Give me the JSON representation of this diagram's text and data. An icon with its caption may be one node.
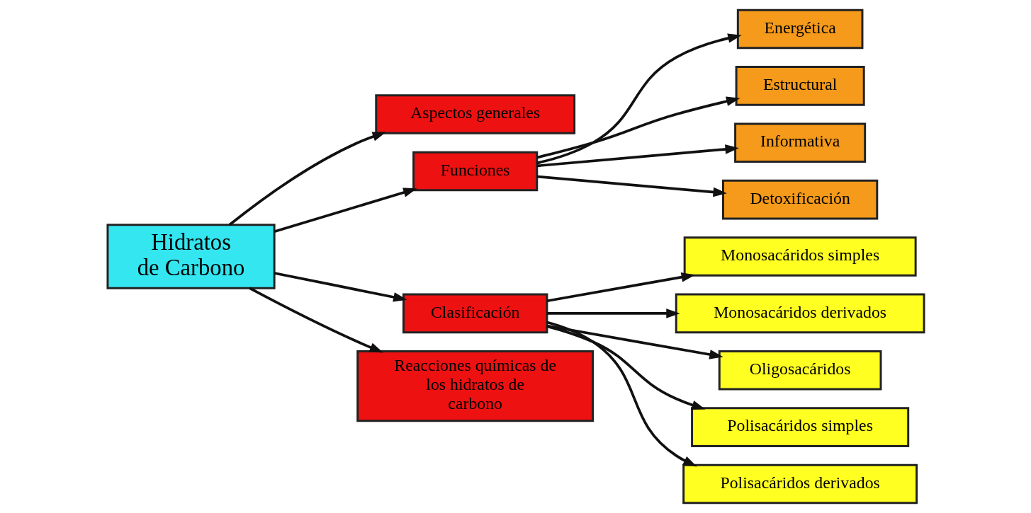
{
  "diagram": {
    "nodes": [
      {
        "text": [
          "Hidratos de Carbono"
        ]
      },
      {
        "text": [
          "Aspectos generales"
        ]
      },
      {
        "text": [
          "Funciones"
        ]
      },
      {
        "text": [
          "Energética"
        ]
      },
      {
        "text": [
          "Estructural"
        ]
      },
      {
        "text": [
          "Informativa"
        ]
      },
      {
        "text": [
          "Detoxificación"
        ]
      },
      {
        "text": [
          "Clasificación"
        ]
      },
      {
        "text": [
          "Monosacáridos simples"
        ]
      },
      {
        "text": [
          "Monosacáridos derivados"
        ]
      },
      {
        "text": [
          "Oligosacáridos"
        ]
      },
      {
        "text": [
          "Polisacáridos simples"
        ]
      },
      {
        "text": [
          "Polisacáridos derivados"
        ]
      },
      {
        "text": [
          "Reacciones químicas de los hidratos de carbono"
        ]
      }
    ],
    "edges": [
      {
        "from": 0,
        "to": 1,
        "arrow": "to"
      },
      {
        "from": 0,
        "to": 2,
        "arrow": "to"
      },
      {
        "from": 2,
        "to": 3,
        "arrow": "to"
      },
      {
        "from": 2,
        "to": 4,
        "arrow": "to"
      },
      {
        "from": 2,
        "to": 5,
        "arrow": "to"
      },
      {
        "from": 2,
        "to": 6,
        "arrow": "to"
      },
      {
        "from": 0,
        "to": 7,
        "arrow": "to"
      },
      {
        "from": 7,
        "to": 8,
        "arrow": "to"
      },
      {
        "from": 7,
        "to": 9,
        "arrow": "to"
      },
      {
        "from": 7,
        "to": 10,
        "arrow": "to"
      },
      {
        "from": 7,
        "to": 11,
        "arrow": "to"
      },
      {
        "from": 7,
        "to": 12,
        "arrow": "to"
      },
      {
        "from": 0,
        "to": 13,
        "arrow": "to"
      }
    ]
  }
}
